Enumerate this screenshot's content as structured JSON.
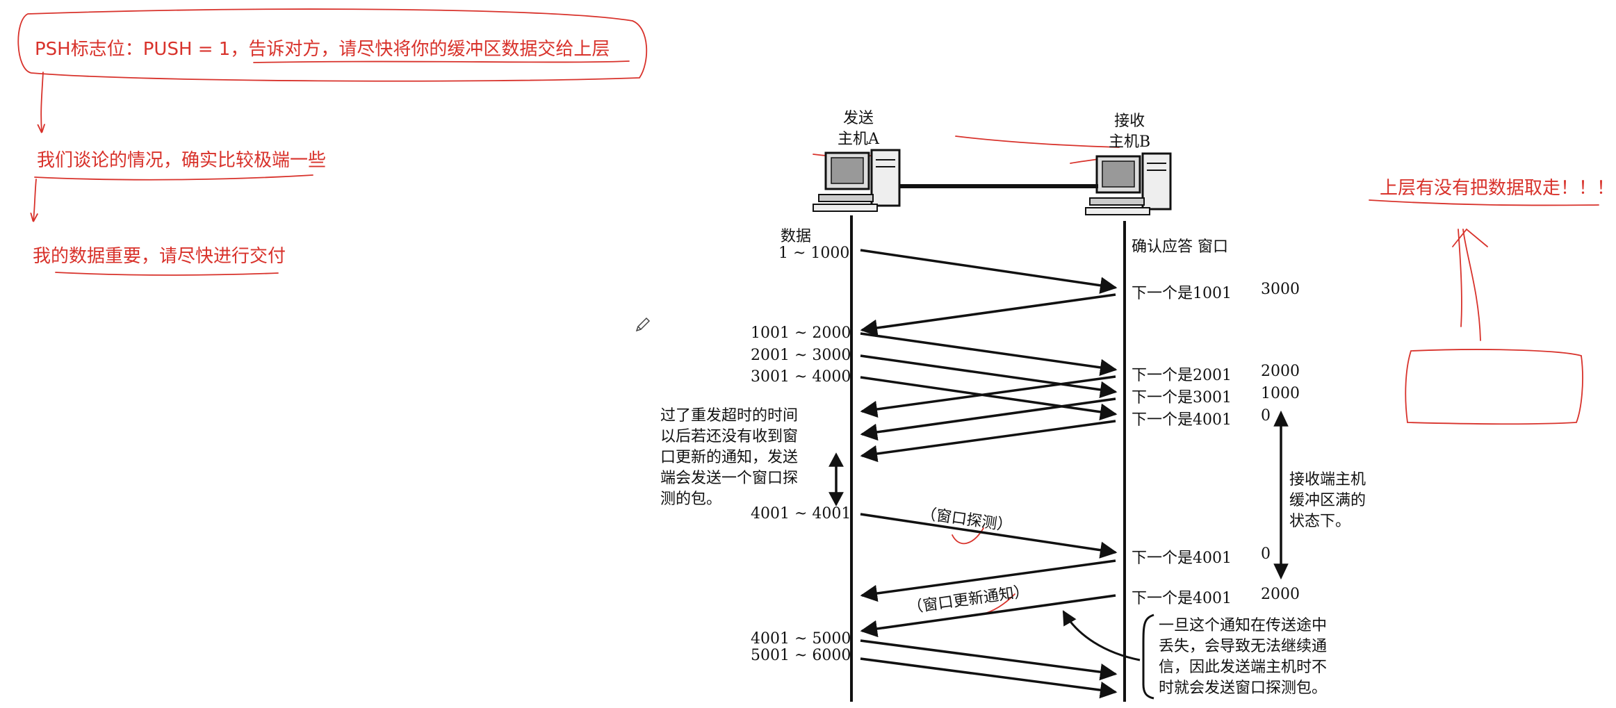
{
  "annotations": {
    "psh": "PSH标志位：PUSH = 1，告诉对方，请尽快将你的缓冲区数据交给上层",
    "extreme": "我们谈论的情况，确实比较极端一些",
    "important": "我的数据重要，请尽快进行交付",
    "upper": "上层有没有把数据取走！！！"
  },
  "colors": {
    "annotation": "#d8322b",
    "diagram": "#111111"
  },
  "diagram": {
    "host_a": "发送\n主机A",
    "host_b": "接收\n主机B",
    "data_header": "数据",
    "ack_header": "确认应答 窗口",
    "sender_labels": [
      "1 ~ 1000",
      "1001 ~ 2000",
      "2001 ~ 3000",
      "3001 ~ 4000",
      "4001 ~ 4001",
      "4001 ~ 5000",
      "5001 ~ 6000"
    ],
    "acks": [
      {
        "next": "下一个是1001",
        "window": "3000"
      },
      {
        "next": "下一个是2001",
        "window": "2000"
      },
      {
        "next": "下一个是3001",
        "window": "1000"
      },
      {
        "next": "下一个是4001",
        "window": "0"
      },
      {
        "next": "下一个是4001",
        "window": "0"
      },
      {
        "next": "下一个是4001",
        "window": "2000"
      }
    ],
    "timeout_note": "过了重发超时的时间\n以后若还没有收到窗\n口更新的通知，发送\n端会发送一个窗口探\n测的包。",
    "window_probe": "（窗口探测）",
    "window_update": "（窗口更新通知）",
    "buffer_full_note": "接收端主机\n缓冲区满的\n状态下。",
    "loss_note": "一旦这个通知在传送途中\n丢失，会导致无法继续通\n信，因此发送端主机时不\n时就会发送窗口探测包。"
  }
}
